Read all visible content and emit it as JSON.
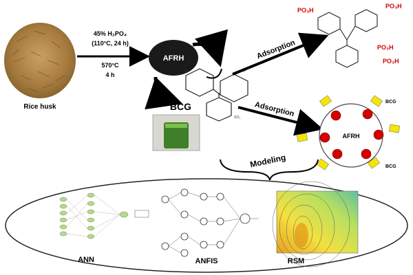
{
  "source": {
    "label": "Rice husk"
  },
  "process": {
    "step1": "45% H₂PO₄",
    "step2": "(110°C, 24 h)",
    "step3": "570°C",
    "step4": "4 h"
  },
  "product": {
    "label": "AFRH"
  },
  "dye": {
    "label": "BCG"
  },
  "adsorption": {
    "label_top": "Adsorption",
    "label_mid": "Adsorption"
  },
  "structure_top": {
    "groups": [
      "PO₃H",
      "PO₃H",
      "PO₃H",
      "PO₃H"
    ]
  },
  "adsorbent": {
    "label": "AFRH",
    "tag_top": "BCG",
    "tag_bottom": "BCG"
  },
  "modeling": {
    "label": "Modeling"
  },
  "models": [
    {
      "label": "ANN"
    },
    {
      "label": "ANFIS"
    },
    {
      "label": "RSM"
    }
  ],
  "colors": {
    "accent_red": "#d40000",
    "tag_yellow": "#f5e600",
    "ellipse_border": "#222222"
  }
}
